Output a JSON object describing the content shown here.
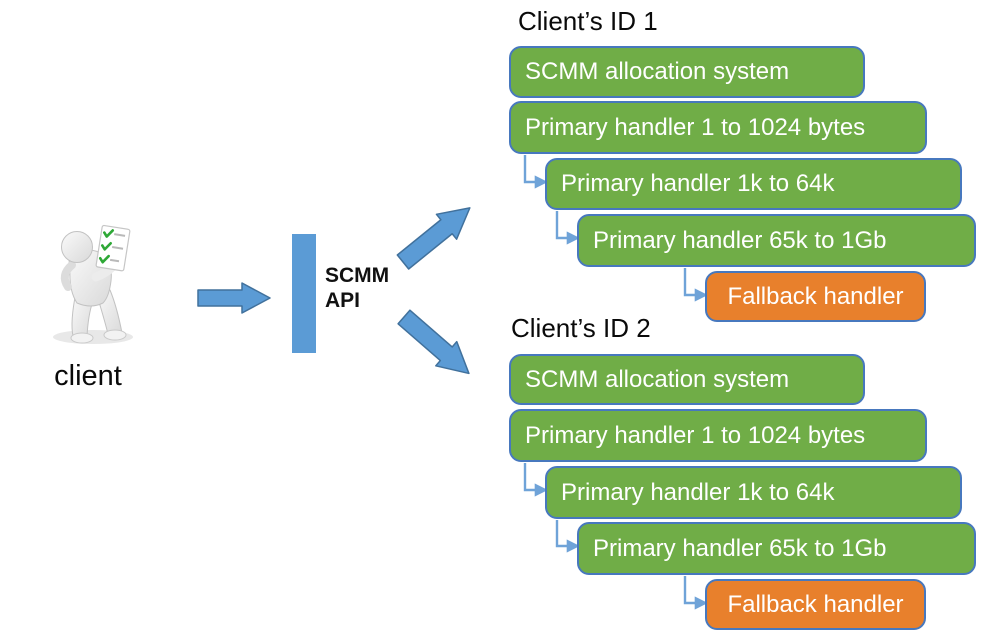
{
  "client": {
    "label": "client"
  },
  "api": {
    "line1": "SCMM",
    "line2": "API"
  },
  "groups": [
    {
      "title": "Client’s ID 1",
      "boxes": [
        {
          "label": "SCMM allocation system",
          "type": "green"
        },
        {
          "label": "Primary handler 1 to 1024 bytes",
          "type": "green"
        },
        {
          "label": "Primary handler 1k to 64k",
          "type": "green"
        },
        {
          "label": "Primary handler 65k to 1Gb",
          "type": "green"
        },
        {
          "label": "Fallback handler",
          "type": "orange"
        }
      ]
    },
    {
      "title": "Client’s ID 2",
      "boxes": [
        {
          "label": "SCMM allocation system",
          "type": "green"
        },
        {
          "label": "Primary handler 1 to 1024 bytes",
          "type": "green"
        },
        {
          "label": "Primary handler 1k to 64k",
          "type": "green"
        },
        {
          "label": "Primary handler 65k to 1Gb",
          "type": "green"
        },
        {
          "label": "Fallback handler",
          "type": "orange"
        }
      ]
    }
  ],
  "colors": {
    "box_green": "#70AD47",
    "box_orange": "#E8802C",
    "box_border_blue": "#4778BE",
    "arrow_fill": "#5B9BD5",
    "arrow_border": "#41719C",
    "connector_blue": "#6FA3D8"
  }
}
